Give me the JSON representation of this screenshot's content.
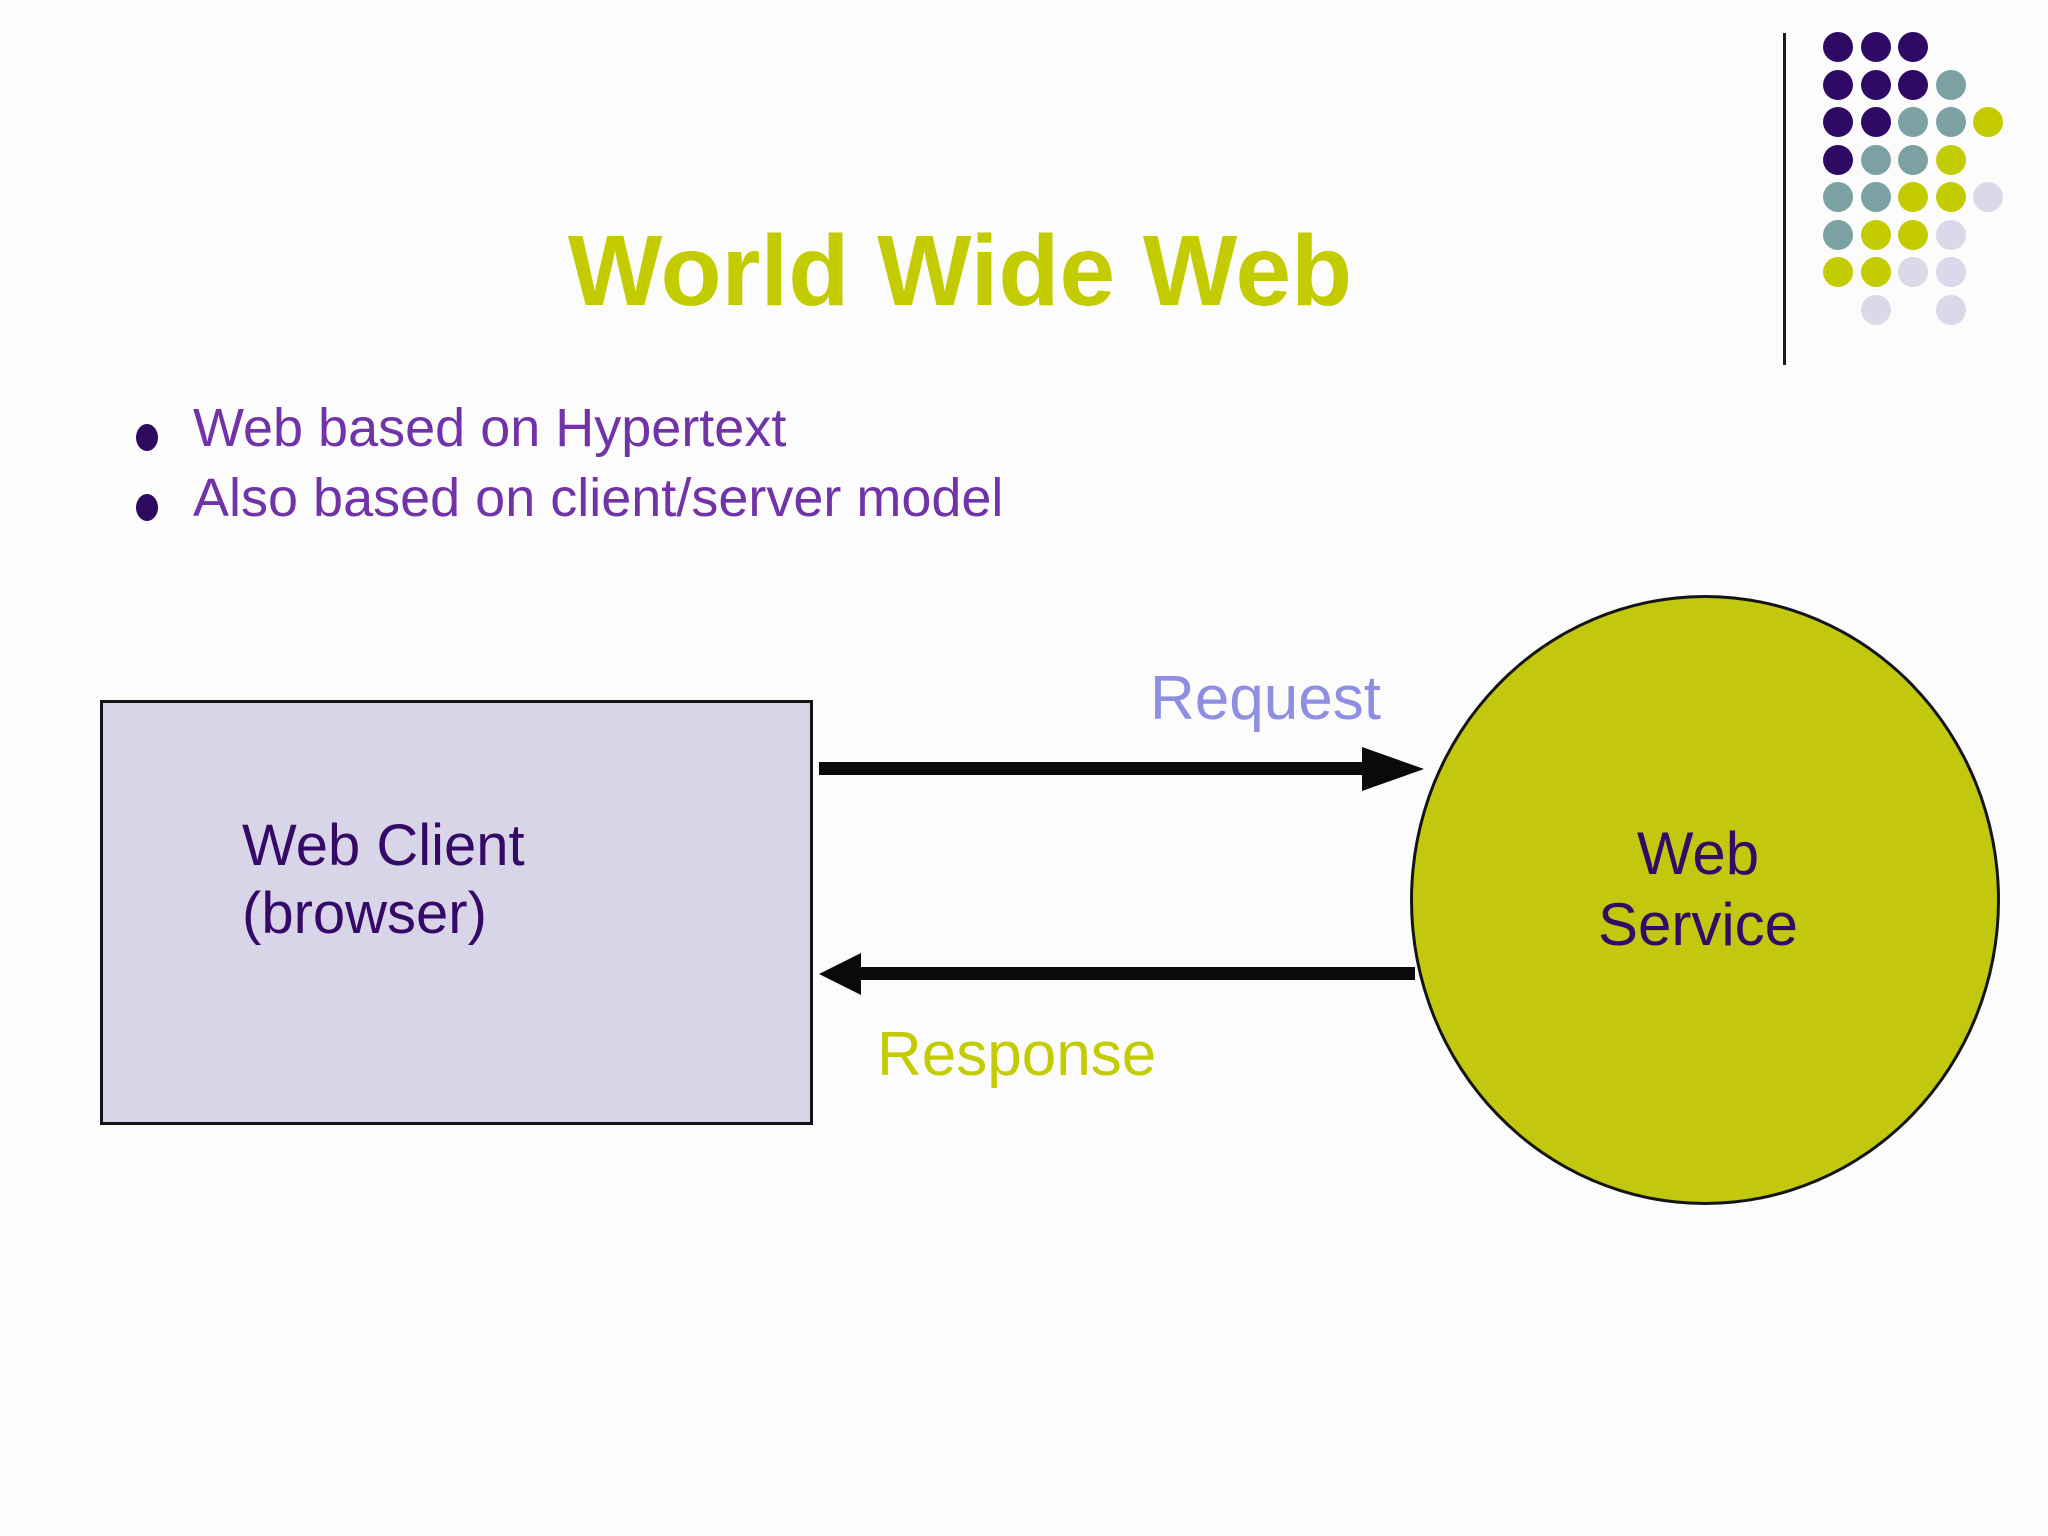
{
  "slide": {
    "title": "World Wide Web",
    "bullets": [
      "Web based on Hypertext",
      "Also based on client/server model"
    ]
  },
  "diagram": {
    "client_box": {
      "line1": "Web Client",
      "line2": "(browser)"
    },
    "service_circle": {
      "line1": "Web",
      "line2": "Service"
    },
    "request_label": "Request",
    "response_label": "Response"
  },
  "decoration": {
    "dot_grid": {
      "rows": [
        "PPP",
        "PPPT",
        "PPTTY",
        "PTTY",
        "TTYYL",
        "TYYL",
        "YYLL",
        ".L.L"
      ],
      "legend": {
        "P": "purple",
        "T": "teal",
        "Y": "yellow",
        "L": "lavender"
      }
    },
    "divider_line": "vertical-rule"
  },
  "colors": {
    "title_yellow": "#C3CC00",
    "bullet_purple": "#7133A8",
    "dark_purple": "#350A66",
    "request_periwinkle": "#8E8EE2",
    "box_lavender": "#D8D5E8",
    "circle_yellow": "#C2C80E",
    "arrow_black": "#0A0A0A",
    "dot_purple": "#2F0A64",
    "dot_teal": "#7BA1A3",
    "dot_yellow": "#C3CC00",
    "dot_lavender": "#D9D9E9",
    "background": "#FCFCFC"
  }
}
